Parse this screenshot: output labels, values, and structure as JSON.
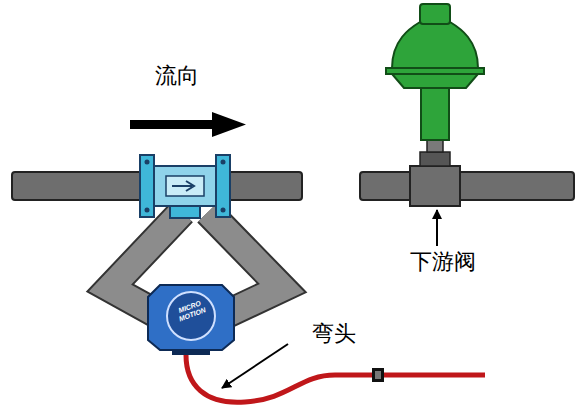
{
  "diagram": {
    "labels": [
      "流向",
      "下游阀",
      "弯头",
      "MICRO MOTION"
    ]
  }
}
